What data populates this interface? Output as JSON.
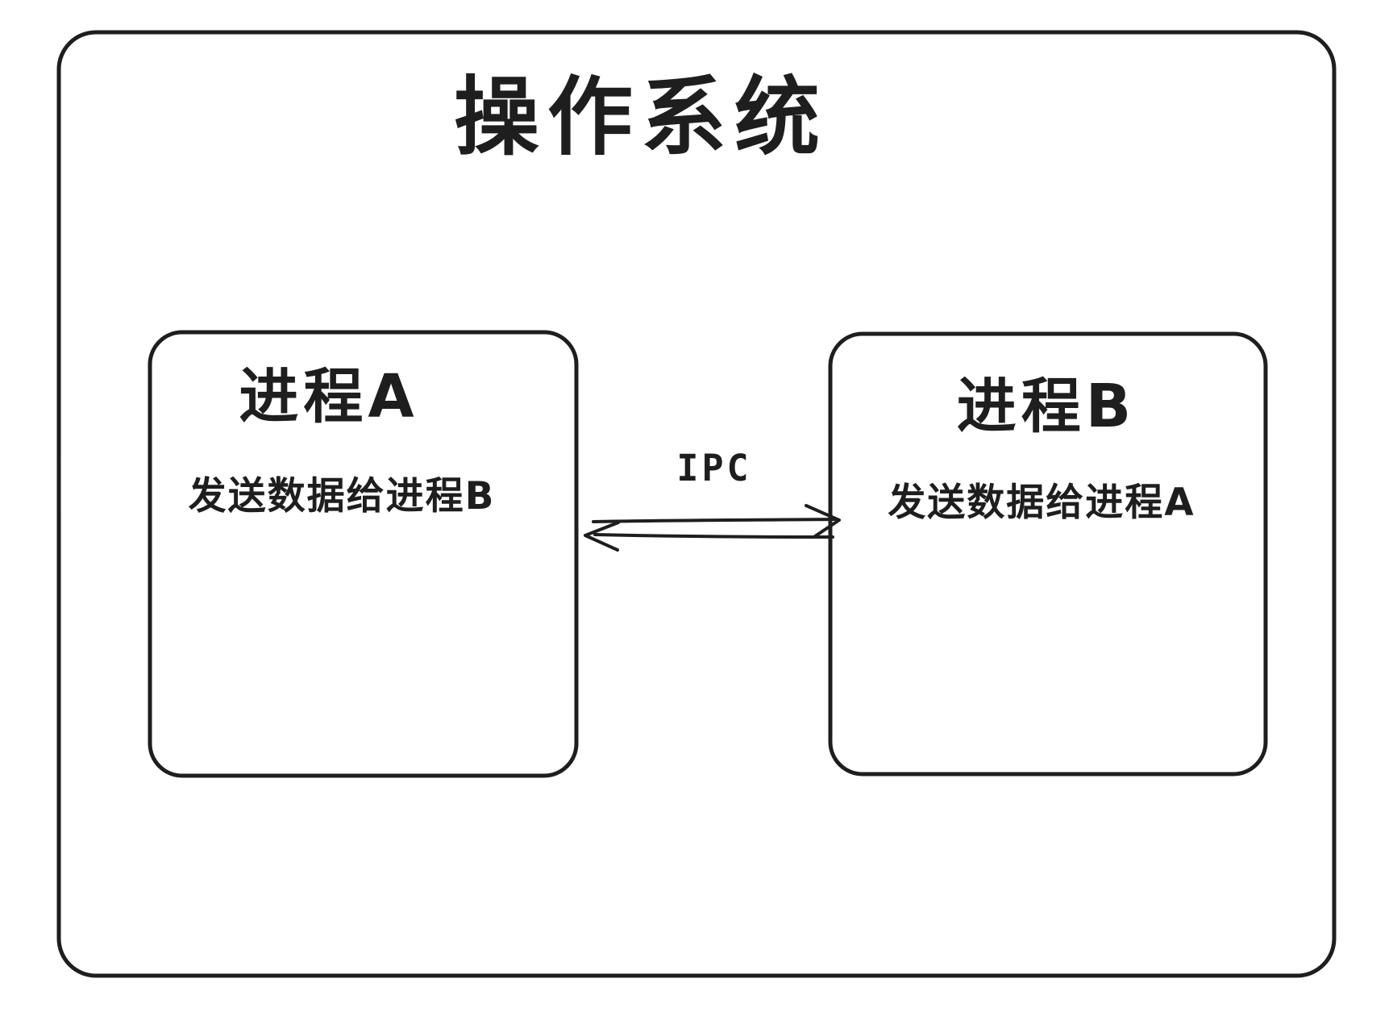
{
  "diagram": {
    "title": "操作系统",
    "process_a": {
      "title": "进程A",
      "subtitle": "发送数据给进程B"
    },
    "process_b": {
      "title": "进程B",
      "subtitle": "发送数据给进程A"
    },
    "arrow": {
      "label": "IPC",
      "type": "double-headed"
    },
    "colors": {
      "stroke": "#1e1e1e",
      "background": "#ffffff"
    }
  }
}
